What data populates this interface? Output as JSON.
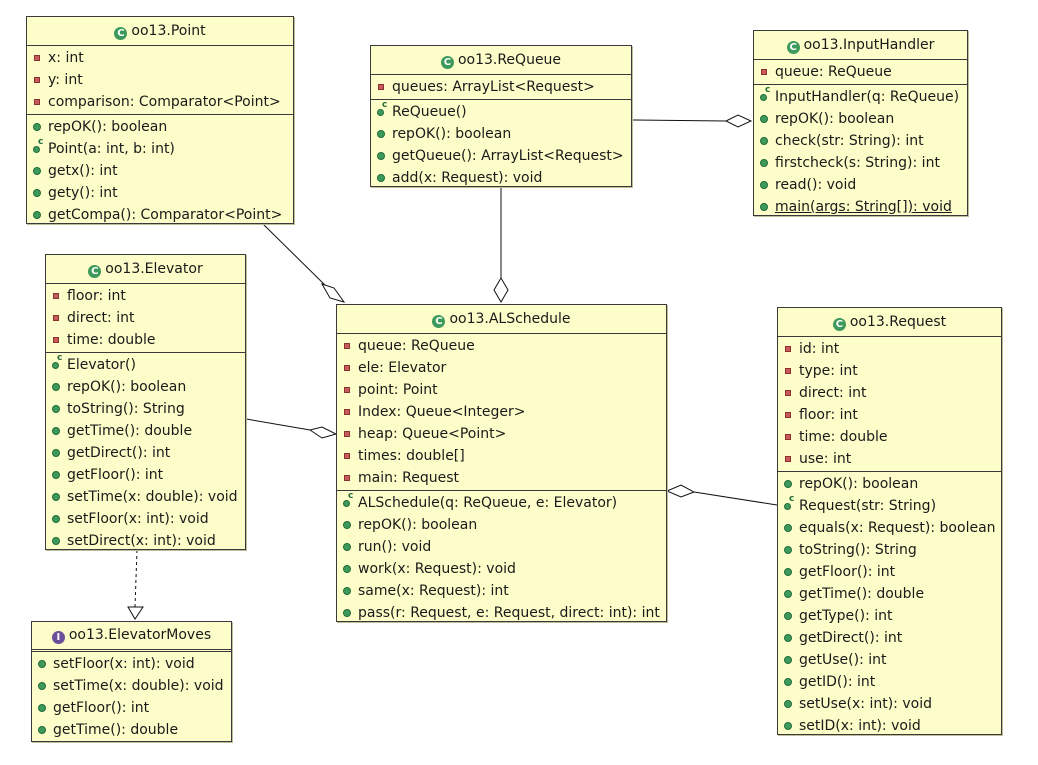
{
  "colors": {
    "box_fill": "#fdfdc9",
    "border": "#3a3a3a",
    "class_icon": "#3d9a5b",
    "interface_icon": "#6a4f99",
    "private_icon": "#c65b5b"
  },
  "classes": [
    {
      "id": "point",
      "name": "oo13.Point",
      "kind": "class",
      "fields": [
        {
          "vis": "private",
          "text": "x: int"
        },
        {
          "vis": "private",
          "text": "y: int"
        },
        {
          "vis": "private",
          "text": "comparison: Comparator<Point>"
        }
      ],
      "methods": [
        {
          "vis": "public",
          "text": "repOK(): boolean"
        },
        {
          "vis": "constructor",
          "text": "Point(a: int, b: int)"
        },
        {
          "vis": "public",
          "text": "getx(): int"
        },
        {
          "vis": "public",
          "text": "gety(): int"
        },
        {
          "vis": "public",
          "text": "getCompa(): Comparator<Point>"
        }
      ]
    },
    {
      "id": "requeue",
      "name": "oo13.ReQueue",
      "kind": "class",
      "fields": [
        {
          "vis": "private",
          "text": "queues: ArrayList<Request>"
        }
      ],
      "methods": [
        {
          "vis": "constructor",
          "text": "ReQueue()"
        },
        {
          "vis": "public",
          "text": "repOK(): boolean"
        },
        {
          "vis": "public",
          "text": "getQueue(): ArrayList<Request>"
        },
        {
          "vis": "public",
          "text": "add(x: Request): void"
        }
      ]
    },
    {
      "id": "inputhandler",
      "name": "oo13.InputHandler",
      "kind": "class",
      "fields": [
        {
          "vis": "private",
          "text": "queue: ReQueue"
        }
      ],
      "methods": [
        {
          "vis": "constructor",
          "text": "InputHandler(q: ReQueue)"
        },
        {
          "vis": "public",
          "text": "repOK(): boolean"
        },
        {
          "vis": "public",
          "text": "check(str: String): int"
        },
        {
          "vis": "public",
          "text": "firstcheck(s: String): int"
        },
        {
          "vis": "public",
          "text": "read(): void"
        },
        {
          "vis": "public",
          "text": "main(args: String[]): void",
          "static": true
        }
      ]
    },
    {
      "id": "elevator",
      "name": "oo13.Elevator",
      "kind": "class",
      "fields": [
        {
          "vis": "private",
          "text": "floor: int"
        },
        {
          "vis": "private",
          "text": "direct: int"
        },
        {
          "vis": "private",
          "text": "time: double"
        }
      ],
      "methods": [
        {
          "vis": "constructor",
          "text": "Elevator()"
        },
        {
          "vis": "public",
          "text": "repOK(): boolean"
        },
        {
          "vis": "public",
          "text": "toString(): String"
        },
        {
          "vis": "public",
          "text": "getTime(): double"
        },
        {
          "vis": "public",
          "text": "getDirect(): int"
        },
        {
          "vis": "public",
          "text": "getFloor(): int"
        },
        {
          "vis": "public",
          "text": "setTime(x: double): void"
        },
        {
          "vis": "public",
          "text": "setFloor(x: int): void"
        },
        {
          "vis": "public",
          "text": "setDirect(x: int): void"
        }
      ]
    },
    {
      "id": "alschedule",
      "name": "oo13.ALSchedule",
      "kind": "class",
      "fields": [
        {
          "vis": "private",
          "text": "queue: ReQueue"
        },
        {
          "vis": "private",
          "text": "ele: Elevator"
        },
        {
          "vis": "private",
          "text": "point: Point"
        },
        {
          "vis": "private",
          "text": "Index: Queue<Integer>"
        },
        {
          "vis": "private",
          "text": "heap: Queue<Point>"
        },
        {
          "vis": "private",
          "text": "times: double[]"
        },
        {
          "vis": "private",
          "text": "main: Request"
        }
      ],
      "methods": [
        {
          "vis": "constructor",
          "text": "ALSchedule(q: ReQueue, e: Elevator)"
        },
        {
          "vis": "public",
          "text": "repOK(): boolean"
        },
        {
          "vis": "public",
          "text": "run(): void"
        },
        {
          "vis": "public",
          "text": "work(x: Request): void"
        },
        {
          "vis": "public",
          "text": "same(x: Request): int"
        },
        {
          "vis": "public",
          "text": "pass(r: Request, e: Request, direct: int): int"
        }
      ]
    },
    {
      "id": "request",
      "name": "oo13.Request",
      "kind": "class",
      "fields": [
        {
          "vis": "private",
          "text": "id: int"
        },
        {
          "vis": "private",
          "text": "type: int"
        },
        {
          "vis": "private",
          "text": "direct: int"
        },
        {
          "vis": "private",
          "text": "floor: int"
        },
        {
          "vis": "private",
          "text": "time: double"
        },
        {
          "vis": "private",
          "text": "use: int"
        }
      ],
      "methods": [
        {
          "vis": "public",
          "text": "repOK(): boolean"
        },
        {
          "vis": "constructor",
          "text": "Request(str: String)"
        },
        {
          "vis": "public",
          "text": "equals(x: Request): boolean"
        },
        {
          "vis": "public",
          "text": "toString(): String"
        },
        {
          "vis": "public",
          "text": "getFloor(): int"
        },
        {
          "vis": "public",
          "text": "getTime(): double"
        },
        {
          "vis": "public",
          "text": "getType(): int"
        },
        {
          "vis": "public",
          "text": "getDirect(): int"
        },
        {
          "vis": "public",
          "text": "getUse(): int"
        },
        {
          "vis": "public",
          "text": "getID(): int"
        },
        {
          "vis": "public",
          "text": "setUse(x: int): void"
        },
        {
          "vis": "public",
          "text": "setID(x: int): void"
        }
      ]
    },
    {
      "id": "elevatormoves",
      "name": "oo13.ElevatorMoves",
      "kind": "interface",
      "fields": [],
      "methods": [
        {
          "vis": "public",
          "text": "setFloor(x: int): void"
        },
        {
          "vis": "public",
          "text": "setTime(x: double): void"
        },
        {
          "vis": "public",
          "text": "getFloor(): int"
        },
        {
          "vis": "public",
          "text": "getTime(): double"
        }
      ]
    }
  ],
  "relations": [
    {
      "type": "aggregation",
      "from": "point",
      "to": "alschedule"
    },
    {
      "type": "aggregation",
      "from": "requeue",
      "to": "alschedule"
    },
    {
      "type": "aggregation",
      "from": "requeue",
      "to": "inputhandler"
    },
    {
      "type": "aggregation",
      "from": "elevator",
      "to": "alschedule"
    },
    {
      "type": "aggregation",
      "from": "request",
      "to": "alschedule"
    },
    {
      "type": "realization",
      "from": "elevator",
      "to": "elevatormoves"
    }
  ]
}
